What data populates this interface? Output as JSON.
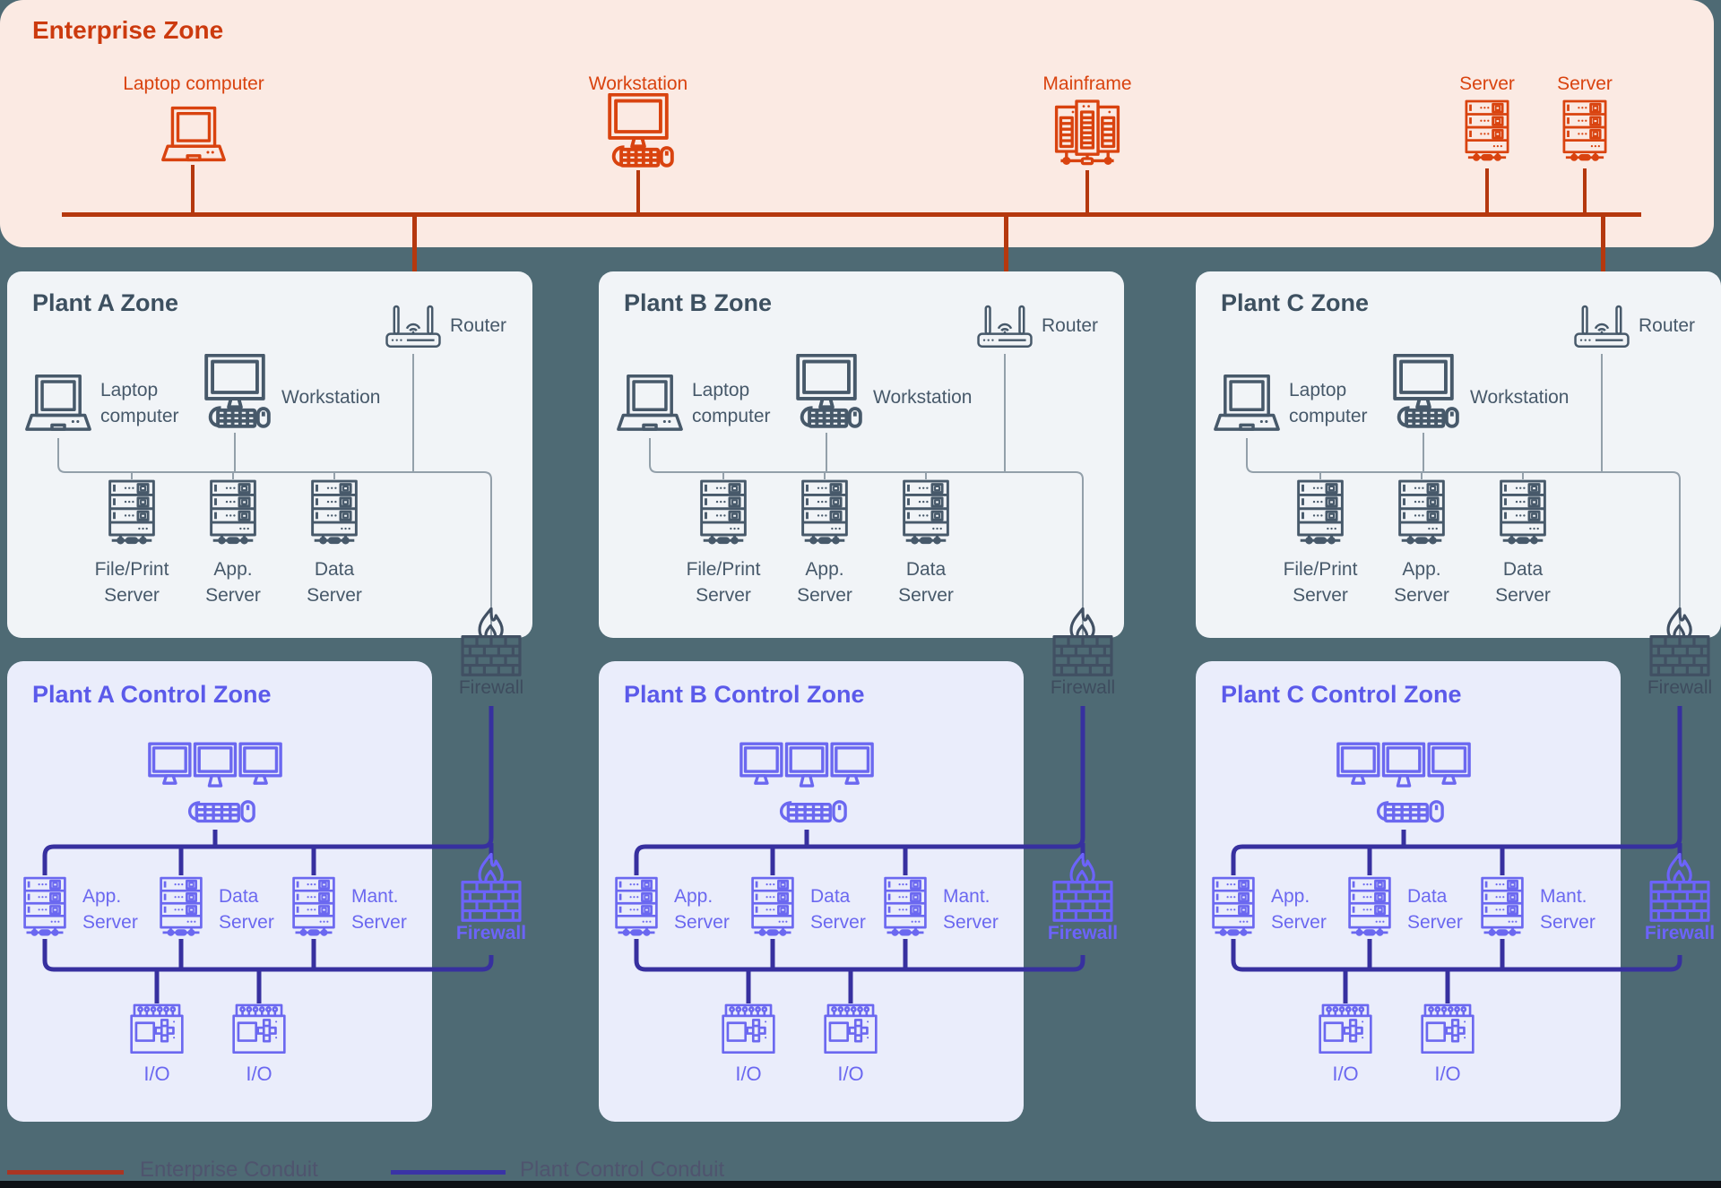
{
  "colors": {
    "background": "#4E6A74",
    "enterprise_card": "#FBEAE3",
    "enterprise_accent": "#D9430F",
    "enterprise_conduit": "#B5380E",
    "plant_card": "#F1F4F7",
    "plant_accent": "#47596A",
    "control_card": "#EAEDFB",
    "control_accent": "#6B68F0",
    "control_conduit": "#37309F",
    "firewall_gray": "#415063",
    "firewall_purple": "#6C63FA"
  },
  "enterprise_zone": {
    "title": "Enterprise Zone",
    "devices": [
      {
        "label": "Laptop computer",
        "icon": "laptop-icon"
      },
      {
        "label": "Workstation",
        "icon": "workstation-icon"
      },
      {
        "label": "Mainframe",
        "icon": "mainframe-icon"
      },
      {
        "label": "Server",
        "icon": "server-icon"
      },
      {
        "label": "Server",
        "icon": "server-icon"
      }
    ]
  },
  "plant_zones": [
    {
      "title": "Plant A Zone",
      "router": "Router",
      "laptop": "Laptop\ncomputer",
      "workstation": "Workstation",
      "servers": [
        "File/Print\nServer",
        "App.\nServer",
        "Data\nServer"
      ],
      "firewall": "Firewall"
    },
    {
      "title": "Plant B Zone",
      "router": "Router",
      "laptop": "Laptop\ncomputer",
      "workstation": "Workstation",
      "servers": [
        "File/Print\nServer",
        "App.\nServer",
        "Data\nServer"
      ],
      "firewall": "Firewall"
    },
    {
      "title": "Plant C Zone",
      "router": "Router",
      "laptop": "Laptop\ncomputer",
      "workstation": "Workstation",
      "servers": [
        "File/Print\nServer",
        "App.\nServer",
        "Data\nServer"
      ],
      "firewall": "Firewall"
    }
  ],
  "control_zones": [
    {
      "title": "Plant A Control Zone",
      "servers": [
        "App.\nServer",
        "Data\nServer",
        "Mant.\nServer"
      ],
      "io": [
        "I/O",
        "I/O"
      ],
      "firewall": "Firewall"
    },
    {
      "title": "Plant B Control Zone",
      "servers": [
        "App.\nServer",
        "Data\nServer",
        "Mant.\nServer"
      ],
      "io": [
        "I/O",
        "I/O"
      ],
      "firewall": "Firewall"
    },
    {
      "title": "Plant C Control Zone",
      "servers": [
        "App.\nServer",
        "Data\nServer",
        "Mant.\nServer"
      ],
      "io": [
        "I/O",
        "I/O"
      ],
      "firewall": "Firewall"
    }
  ],
  "legend": {
    "items": [
      {
        "label": "Enterprise Conduit",
        "color": "#A93523"
      },
      {
        "label": "Plant Control Conduit",
        "color": "#3A33A6"
      }
    ]
  }
}
